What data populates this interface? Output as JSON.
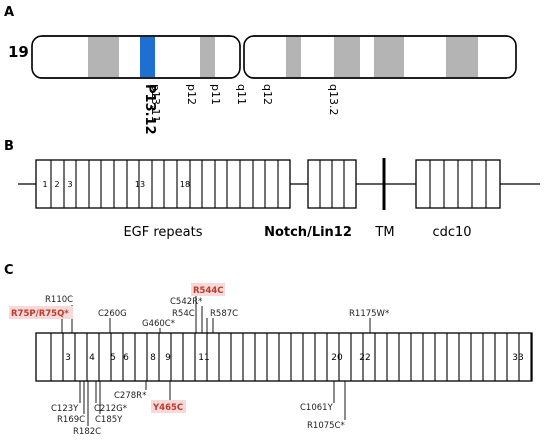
{
  "panel_a": {
    "letter": "A",
    "chromosome": "19",
    "bands": [
      "P13.12",
      "p13.11",
      "p12",
      "p11",
      "q11",
      "q12",
      "q13.2"
    ],
    "highlighted_band": "P13.12",
    "highlight_color": "#1e6fd0",
    "gray_band_color": "#b4b4b4"
  },
  "panel_b": {
    "letter": "B",
    "repeat_numbers": [
      "1",
      "2",
      "3",
      "13",
      "18"
    ],
    "domains": {
      "egf": "EGF repeats",
      "notch": "Notch/Lin12",
      "tm": "TM",
      "cdc10": "cdc10"
    }
  },
  "panel_c": {
    "letter": "C",
    "exon_numbers": [
      "3",
      "4",
      "5",
      "6",
      "8",
      "9",
      "11",
      "20",
      "22",
      "33"
    ],
    "highlight_color": "#c0392b",
    "mutations_above": [
      {
        "label": "R110C",
        "highlight": false
      },
      {
        "label": "R75P/R75Q*",
        "highlight": true
      },
      {
        "label": "C260G",
        "highlight": false
      },
      {
        "label": "G460C*",
        "highlight": false
      },
      {
        "label": "R544C",
        "highlight": true
      },
      {
        "label": "C542R*",
        "highlight": false
      },
      {
        "label": "R54C",
        "highlight": false
      },
      {
        "label": "R587C",
        "highlight": false
      },
      {
        "label": "R1175W*",
        "highlight": false
      }
    ],
    "mutations_below": [
      {
        "label": "C123Y",
        "highlight": false
      },
      {
        "label": "R169C",
        "highlight": false
      },
      {
        "label": "R182C",
        "highlight": false
      },
      {
        "label": "C212G*",
        "highlight": false
      },
      {
        "label": "C185Y",
        "highlight": false
      },
      {
        "label": "C278R*",
        "highlight": false
      },
      {
        "label": "Y465C",
        "highlight": true
      },
      {
        "label": "C1061Y",
        "highlight": false
      },
      {
        "label": "R1075C*",
        "highlight": false
      }
    ]
  }
}
